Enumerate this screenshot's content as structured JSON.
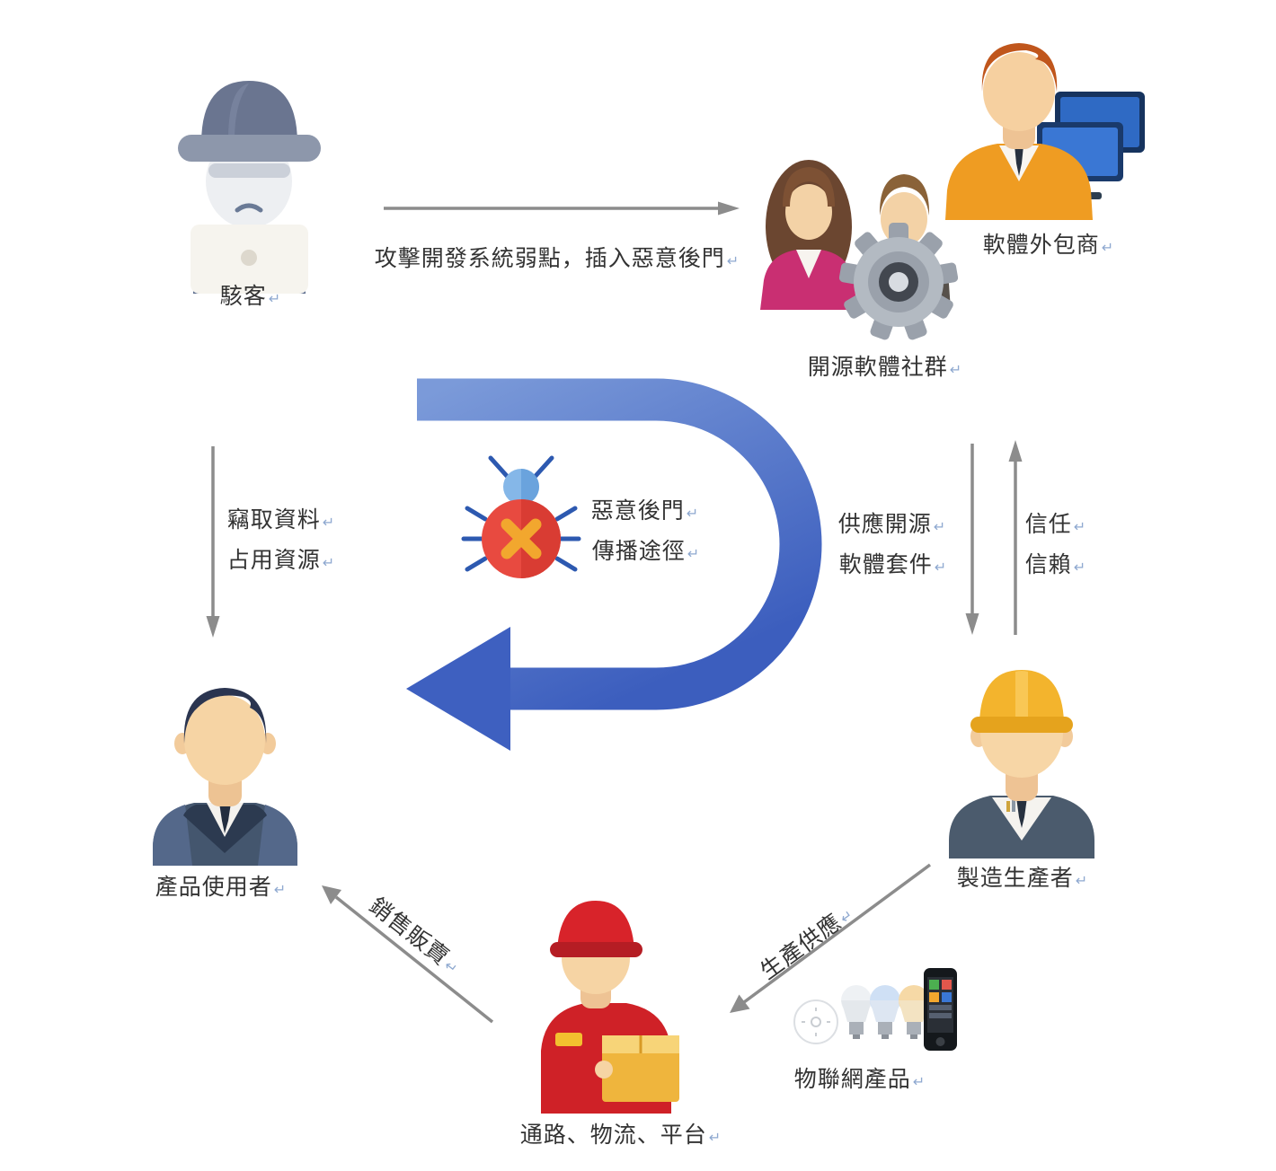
{
  "marks": {
    "return": "↵"
  },
  "nodes": {
    "hacker": {
      "label": "駭客"
    },
    "open_source": {
      "label": "開源軟體社群"
    },
    "outsourcer": {
      "label": "軟體外包商"
    },
    "product_user": {
      "label": "產品使用者"
    },
    "manufacturer": {
      "label": "製造生產者"
    },
    "channel": {
      "label": "通路、物流、平台"
    },
    "iot": {
      "label": "物聯網產品"
    },
    "bug": {
      "line1": "惡意後門",
      "line2": "傳播途徑"
    }
  },
  "edges": {
    "attack": {
      "label": "攻擊開發系統弱點，插入惡意後門"
    },
    "steal": {
      "line1": "竊取資料",
      "line2": "占用資源"
    },
    "supply": {
      "line1": "供應開源",
      "line2": "軟體套件"
    },
    "trust": {
      "line1": "信任",
      "line2": "信賴"
    },
    "production": {
      "label": "生產供應"
    },
    "sales": {
      "label": "銷售販賣"
    }
  },
  "icons": {
    "hacker": "hacker-with-hat-and-laptop",
    "open_source": "two-people-with-gear",
    "outsourcer": "developer-with-monitors",
    "bug": "malware-bug",
    "product_user": "businessman-avatar",
    "manufacturer": "worker-with-yellow-cap",
    "channel": "delivery-person-with-box",
    "iot": "smart-button-bulbs-smartphone"
  },
  "colors": {
    "flow_arrow_start": "#7b9ad9",
    "flow_arrow_end": "#3c5ebe",
    "connector_gray": "#8c8c8c",
    "text": "#333333",
    "return_mark": "#8fa9d0",
    "bug_body": "#e84a40",
    "bug_head": "#85b7e8",
    "bug_x": "#f2a72e"
  }
}
